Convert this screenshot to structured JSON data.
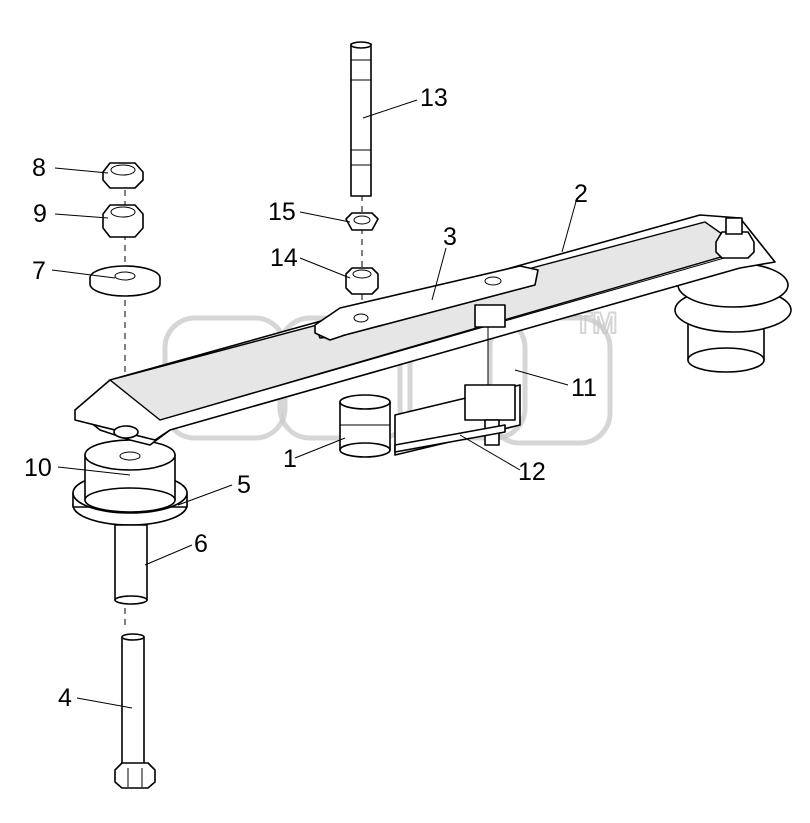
{
  "labels": {
    "l1": "1",
    "l2": "2",
    "l3": "3",
    "l4": "4",
    "l5": "5",
    "l6": "6",
    "l7": "7",
    "l8": "8",
    "l9": "9",
    "l10": "10",
    "l11": "11",
    "l12": "12",
    "l13": "13",
    "l14": "14",
    "l15": "15"
  },
  "watermark": {
    "text": "𝕒𝕞𝕒𝕡",
    "tm": "TM"
  }
}
